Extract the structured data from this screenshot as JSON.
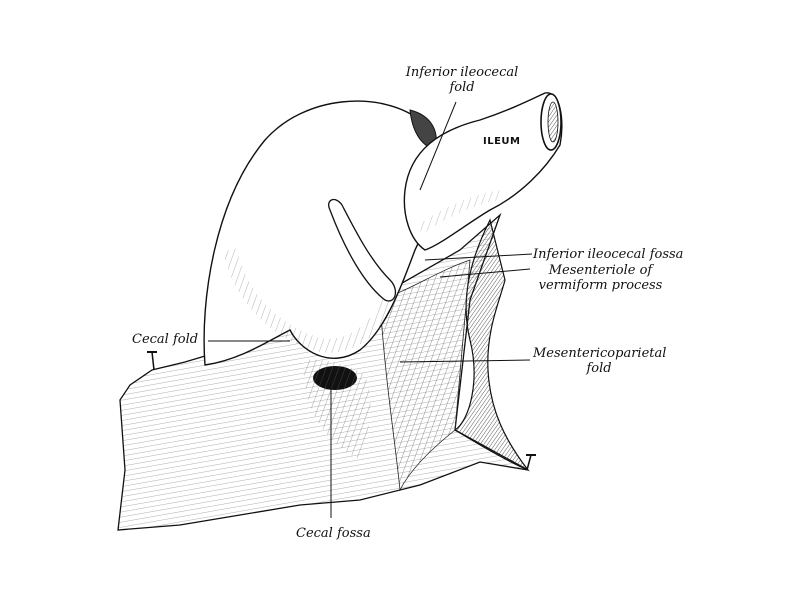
{
  "figure": {
    "type": "anatomical-illustration",
    "subject": "ileocecal region",
    "background": "#ffffff",
    "ink": "#111111"
  },
  "labels": {
    "inferior_ileocecal_fold": {
      "line1": "Inferior ileocecal",
      "line2": "fold"
    },
    "ileum": "ILEUM",
    "inferior_ileocecal_fossa": "Inferior ileocecal fossa",
    "mesenteriole": {
      "line1": "Mesenteriole of",
      "line2": "vermiform process"
    },
    "cecal_fold": "Cecal fold",
    "mesentericoparietal_fold": {
      "line1": "Mesentericoparietal",
      "line2": "fold"
    },
    "cecal_fossa": "Cecal fossa"
  }
}
